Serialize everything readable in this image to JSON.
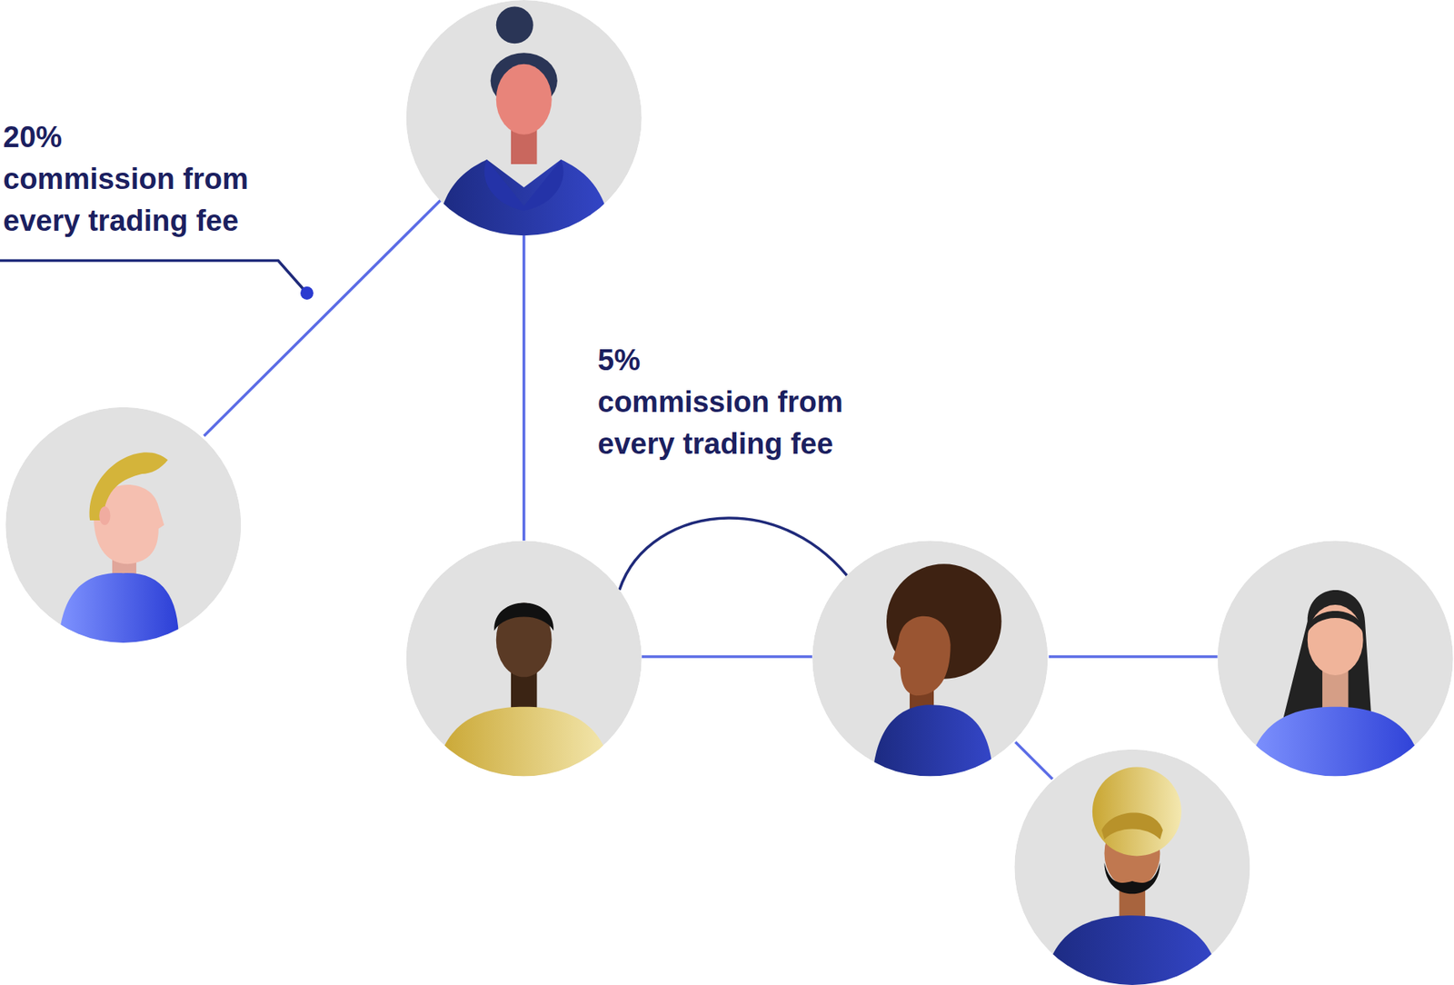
{
  "diagram": {
    "labels": [
      "20%",
      "commission from every trading fee",
      "5%",
      "commission from every trading fee"
    ]
  }
}
